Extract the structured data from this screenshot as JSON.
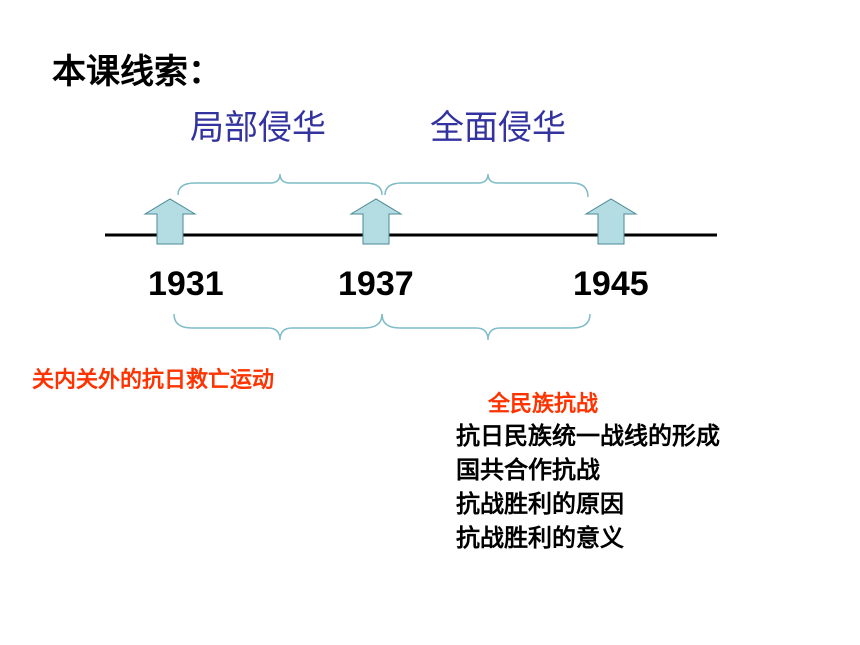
{
  "slide": {
    "title": "本课线索："
  },
  "periods": [
    {
      "label": "局部侵华"
    },
    {
      "label": "全面侵华"
    }
  ],
  "timeline": {
    "years": [
      "1931",
      "1937",
      "1945"
    ]
  },
  "lower": {
    "movement_label": "关内关外的抗日救亡运动",
    "resistance_title": "全民族抗战",
    "topics": [
      "抗日民族统一战线的形成",
      "国共合作抗战",
      "抗战胜利的原因",
      "抗战胜利的意义"
    ]
  },
  "colors": {
    "period_text": "#3333a0",
    "highlight_text": "#ff3300",
    "arrow_fill": "#b4dde3",
    "brace": "#7fbcc6"
  }
}
